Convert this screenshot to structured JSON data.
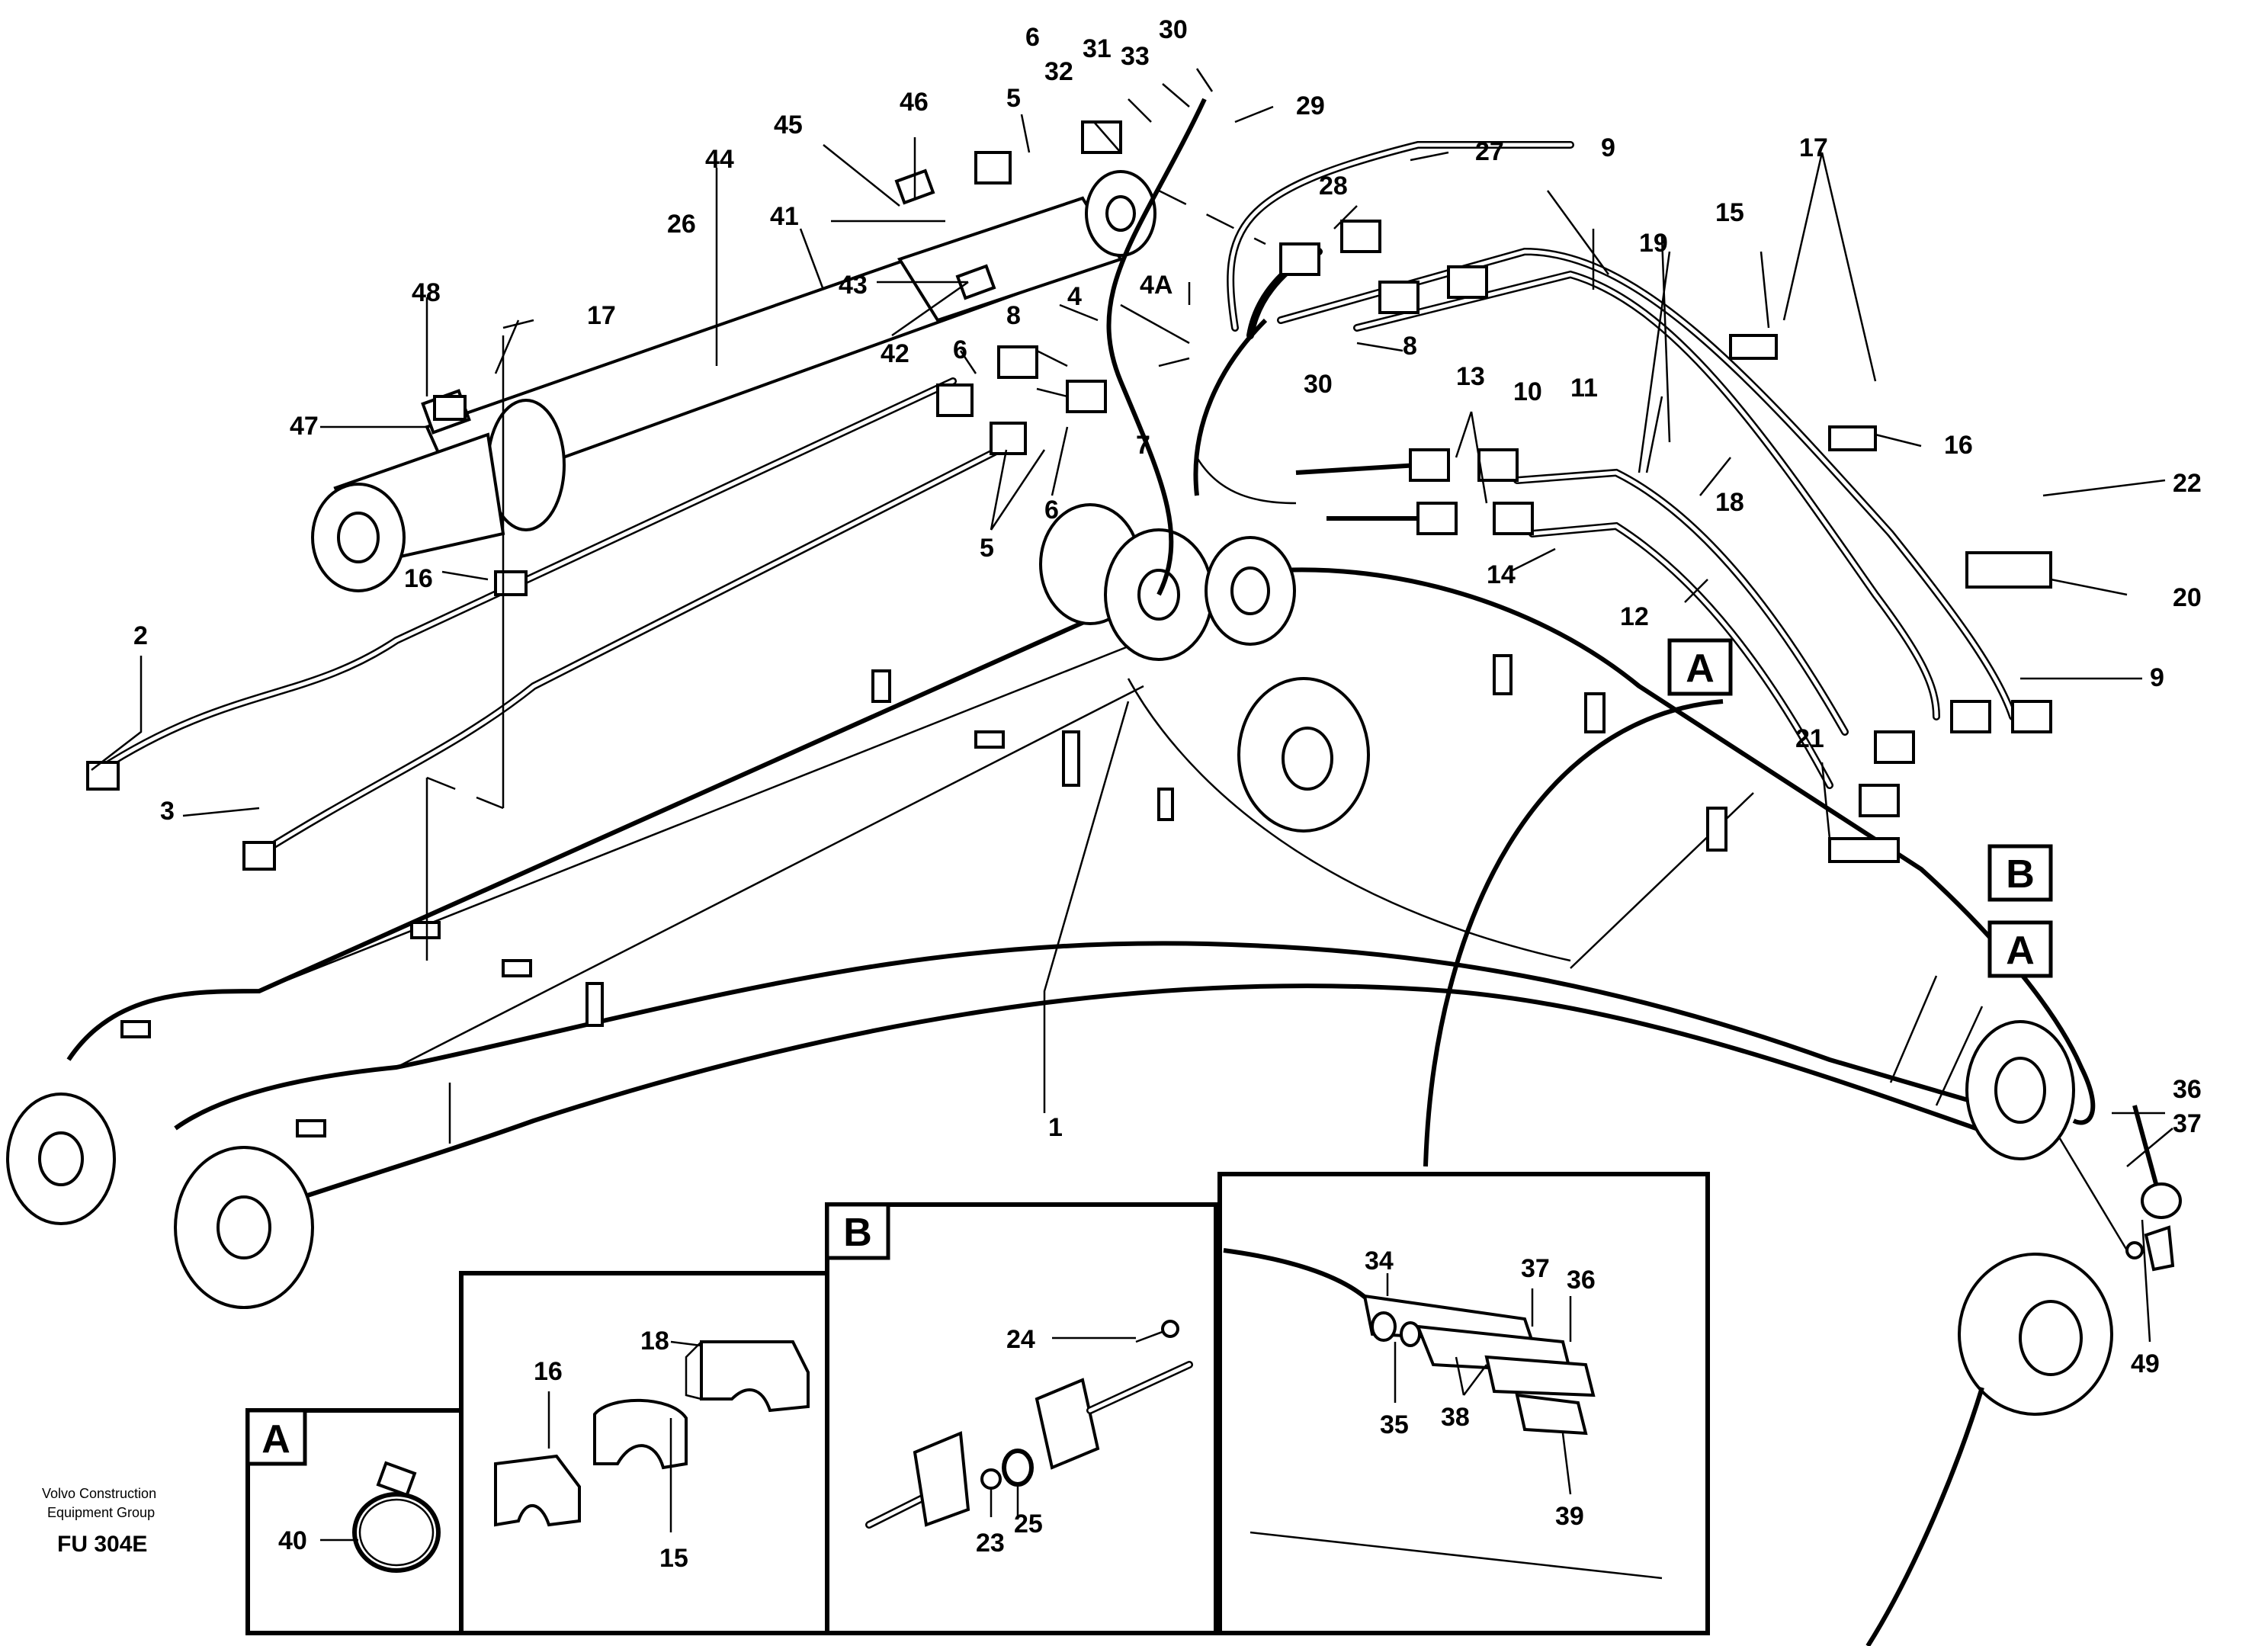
{
  "labels": {
    "p1": "1",
    "p2": "2",
    "p3": "3",
    "p4": "4",
    "p4A": "4A",
    "p5a": "5",
    "p5b": "5",
    "p6a": "6",
    "p6b": "6",
    "p6c": "6",
    "p7": "7",
    "p8a": "8",
    "p8b": "8",
    "p9a": "9",
    "p9b": "9",
    "p10": "10",
    "p11": "11",
    "p12": "12",
    "p13": "13",
    "p14": "14",
    "p15": "15",
    "p16a": "16",
    "p16b": "16",
    "p17a": "17",
    "p17b": "17",
    "p18": "18",
    "p19": "19",
    "p20": "20",
    "p21": "21",
    "p22": "22",
    "p26": "26",
    "p27": "27",
    "p28": "28",
    "p29": "29",
    "p30a": "30",
    "p30b": "30",
    "p31": "31",
    "p32": "32",
    "p33": "33",
    "p36": "36",
    "p37": "37",
    "p41": "41",
    "p42": "42",
    "p43": "43",
    "p44": "44",
    "p45": "45",
    "p46": "46",
    "p47": "47",
    "p48": "48",
    "p49": "49"
  },
  "callouts": {
    "a1": "A",
    "a2": "A",
    "b1": "B"
  },
  "detail_a": {
    "title": "A",
    "p40": "40"
  },
  "detail_clamps": {
    "p15": "15",
    "p16": "16",
    "p18": "18"
  },
  "detail_b": {
    "title": "B",
    "p23": "23",
    "p24": "24",
    "p25": "25"
  },
  "detail_hoses": {
    "p34": "34",
    "p35": "35",
    "p36": "36",
    "p37": "37",
    "p38": "38",
    "p39": "39"
  },
  "footer": {
    "credit_line1": "Volvo Construction",
    "credit_line2": "Equipment Group",
    "drawing_code": "FU 304E"
  }
}
